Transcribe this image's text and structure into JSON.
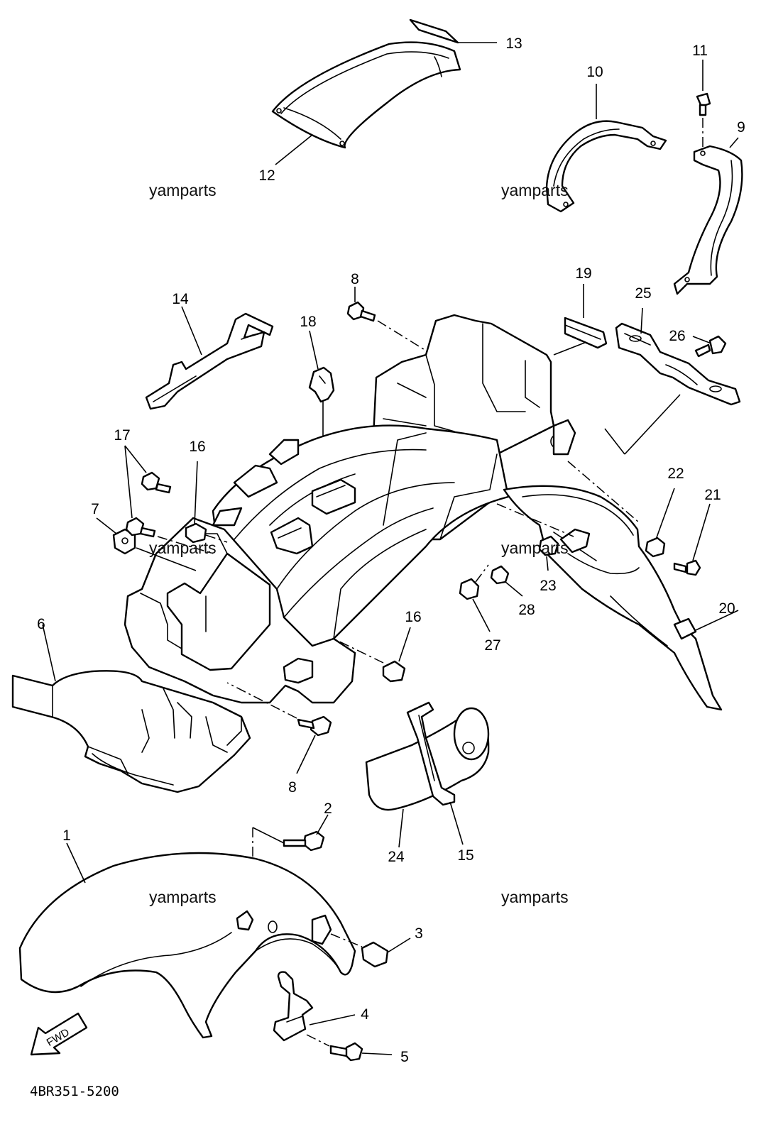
{
  "diagram": {
    "callouts": {
      "c1": "1",
      "c2": "2",
      "c3": "3",
      "c4": "4",
      "c5": "5",
      "c6": "6",
      "c7": "7",
      "c8a": "8",
      "c8b": "8",
      "c9": "9",
      "c10": "10",
      "c11": "11",
      "c12": "12",
      "c13": "13",
      "c14": "14",
      "c15": "15",
      "c16a": "16",
      "c16b": "16",
      "c17": "17",
      "c18": "18",
      "c19": "19",
      "c20": "20",
      "c21": "21",
      "c22": "22",
      "c23": "23",
      "c24": "24",
      "c25": "25",
      "c26": "26",
      "c27": "27",
      "c28": "28"
    },
    "watermarks": [
      "yamparts",
      "yamparts",
      "yamparts",
      "yamparts",
      "yamparts",
      "yamparts"
    ],
    "fwd_label": "FWD",
    "diagram_code": "4BR351-5200"
  }
}
